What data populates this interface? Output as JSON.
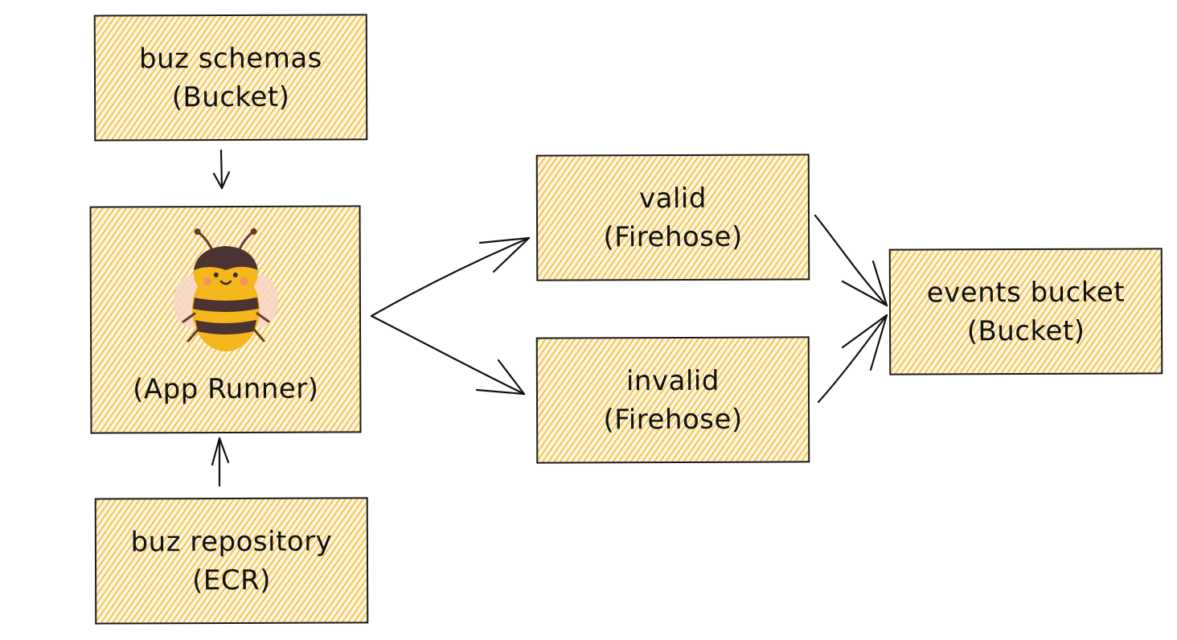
{
  "nodes": {
    "schemas": {
      "name": "buz schemas",
      "kind": "(Bucket)"
    },
    "runner": {
      "kind": "(App Runner)",
      "icon": "bee-icon"
    },
    "repository": {
      "name": "buz repository",
      "kind": "(ECR)"
    },
    "valid": {
      "name": "valid",
      "kind": "(Firehose)"
    },
    "invalid": {
      "name": "invalid",
      "kind": "(Firehose)"
    },
    "events": {
      "name": "events bucket",
      "kind": "(Bucket)"
    }
  },
  "colors": {
    "fill": "#f4b11e",
    "stroke": "#1b1b1b",
    "background": "#ffffff"
  }
}
